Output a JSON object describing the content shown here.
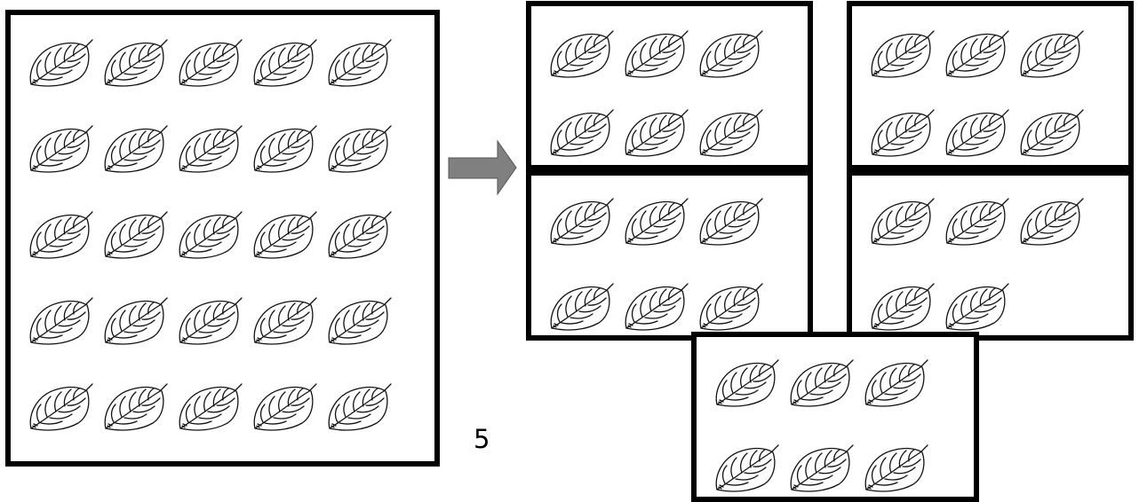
{
  "icons": {
    "leaf": "leaf-icon",
    "arrow": "right-arrow-icon"
  },
  "colors": {
    "border": "#000000",
    "arrow_fill": "#808080",
    "leaf_stroke": "#111111"
  },
  "original": {
    "leaf_count": 25
  },
  "groups": [
    {
      "leaf_count": 6
    },
    {
      "leaf_count": 6
    },
    {
      "leaf_count": 6
    },
    {
      "leaf_count": 5
    },
    {
      "leaf_count": 6
    }
  ],
  "label": "5"
}
